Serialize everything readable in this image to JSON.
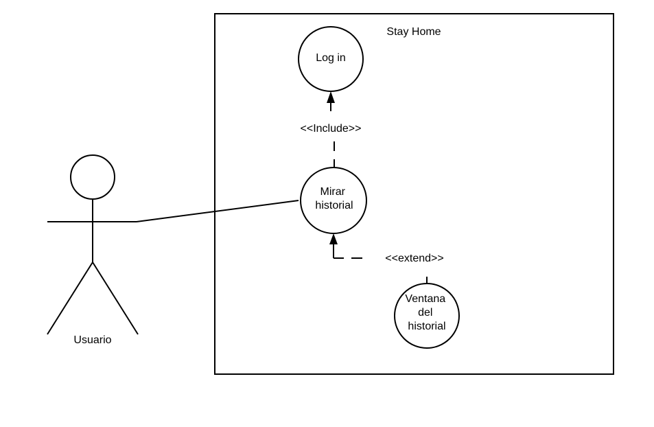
{
  "system": {
    "title": "Stay Home"
  },
  "actor": {
    "label": "Usuario"
  },
  "use_cases": {
    "login": {
      "lines": [
        "Log in"
      ]
    },
    "mirar_historial": {
      "lines": [
        "Mirar",
        "historial"
      ]
    },
    "ventana_historial": {
      "lines": [
        "Ventana",
        "del",
        "historial"
      ]
    }
  },
  "relations": {
    "include_label": "<<Include>>",
    "extend_label": "<<extend>>"
  }
}
